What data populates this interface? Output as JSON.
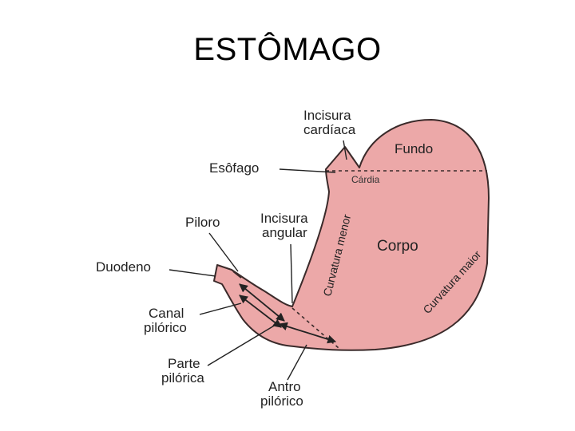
{
  "title": "ESTÔMAGO",
  "colors": {
    "organ_fill": "#eca8a8",
    "outline": "#3a2a2a",
    "leader_line": "#222222"
  },
  "labels": {
    "incisura_cardiaca": [
      "Incisura",
      "cardíaca"
    ],
    "fundo": "Fundo",
    "esofago": "Esôfago",
    "cardia": "Cárdia",
    "piloro": "Piloro",
    "incisura_angular": [
      "Incisura",
      "angular"
    ],
    "curvatura_menor": "Curvatura menor",
    "corpo": "Corpo",
    "curvatura_maior": "Curvatura maior",
    "duodeno": "Duodeno",
    "canal_pilorico": [
      "Canal",
      "pilórico"
    ],
    "parte_pilorica": [
      "Parte",
      "pilórica"
    ],
    "antro_pilorico": [
      "Antro",
      "pilórico"
    ]
  }
}
